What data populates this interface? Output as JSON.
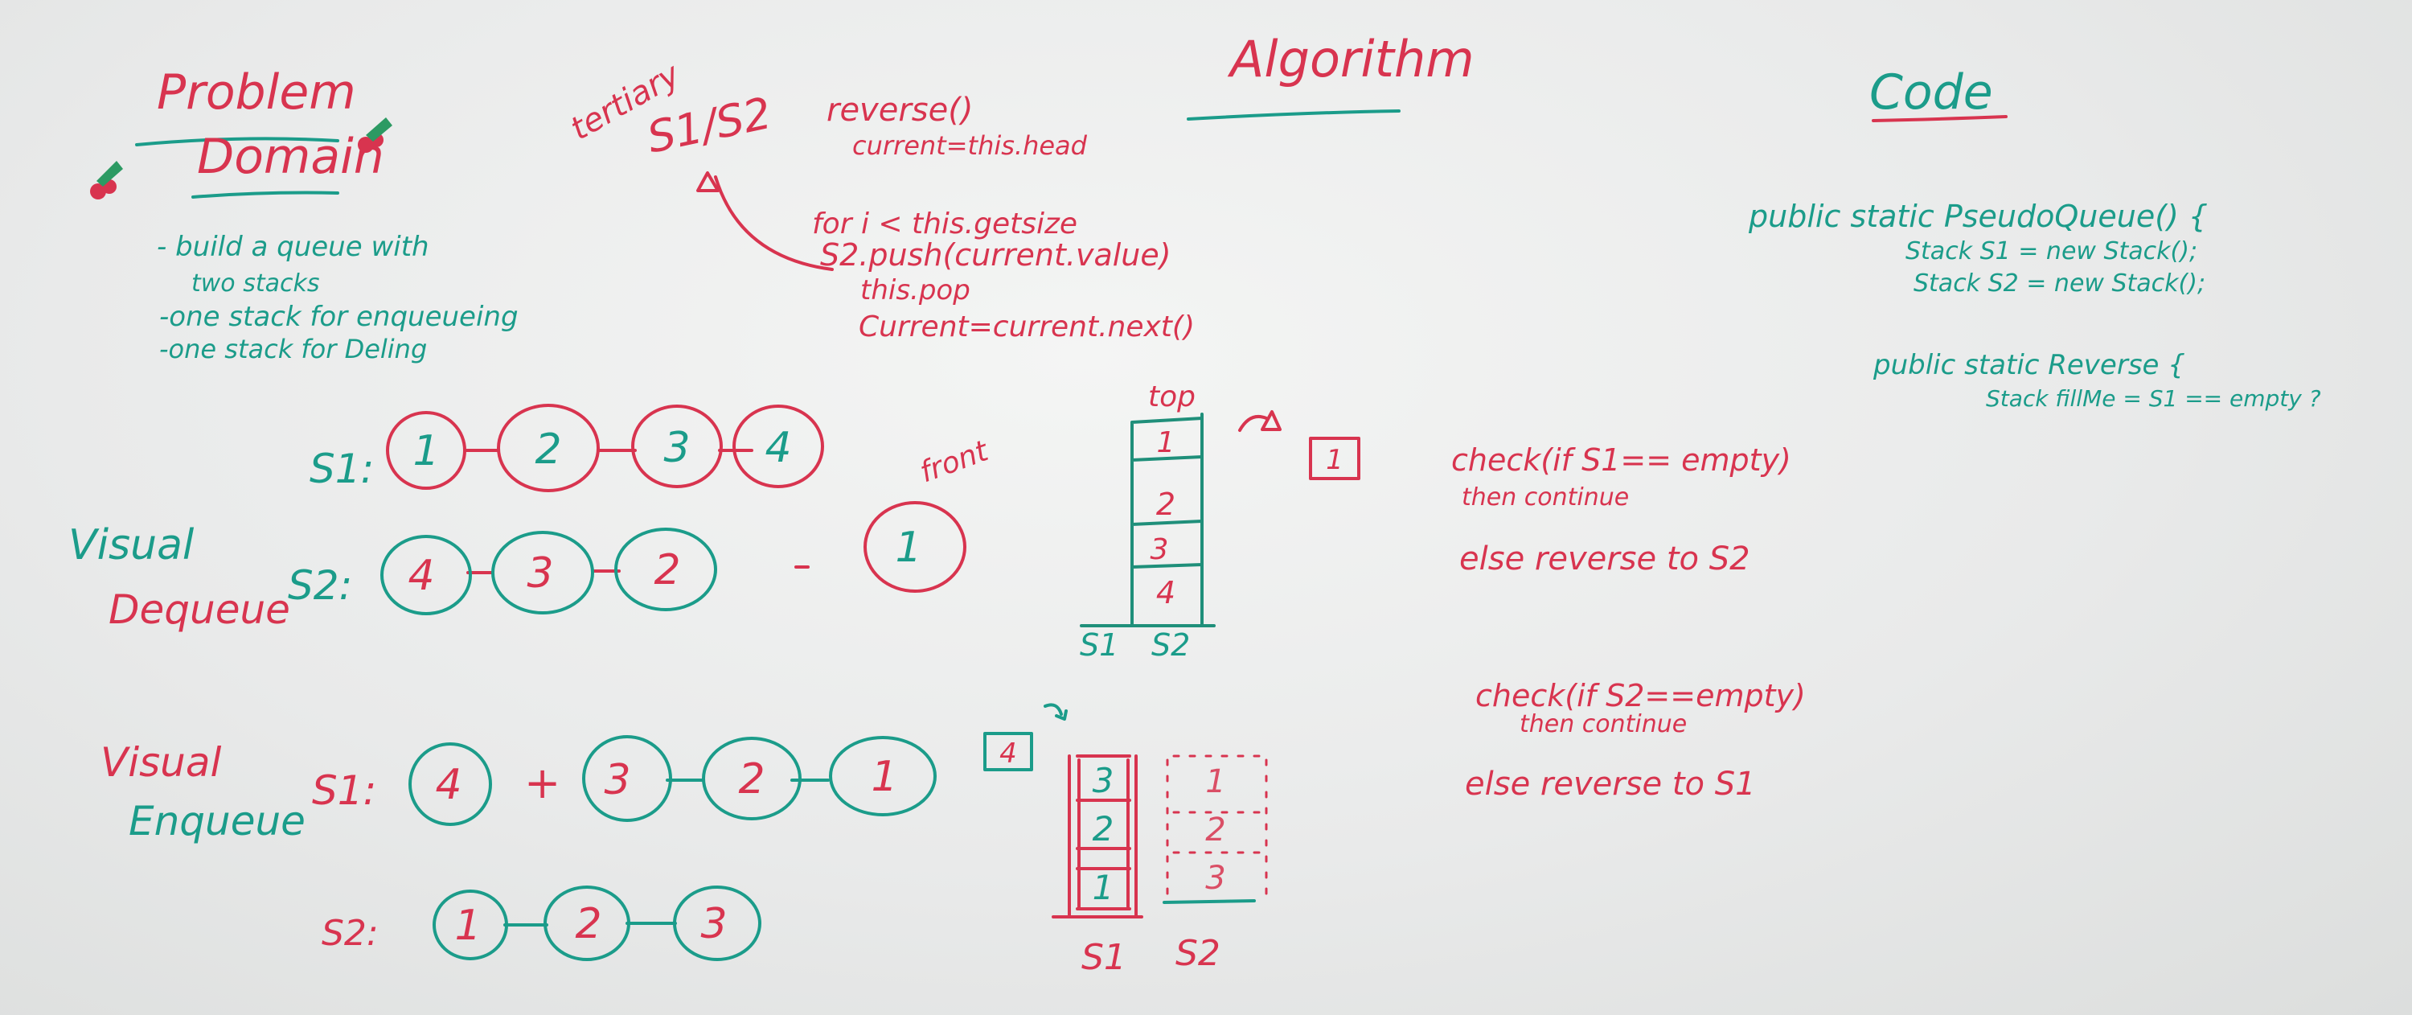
{
  "sections": {
    "problem_domain": {
      "line1": "Problem",
      "line2": "Domain"
    },
    "algorithm": "Algorithm",
    "code": "Code"
  },
  "problem_notes": [
    "- build a queue with",
    "two stacks",
    "-one stack for enqueueing",
    "-one stack for Deling"
  ],
  "tertiary": {
    "word": "tertiary",
    "label": "S1/S2"
  },
  "reverse_pseudo": [
    "reverse()",
    "current=this.head",
    "for i < this.getsize",
    "S2.push(current.value)",
    "this.pop",
    "Current=current.next()"
  ],
  "dequeue": {
    "label_line1": "Visual",
    "label_line2": "Dequeue",
    "s1_label": "S1:",
    "s1_nodes": [
      "1",
      "2",
      "3",
      "4"
    ],
    "s2_label": "S2:",
    "s2_nodes": [
      "4",
      "3",
      "2"
    ],
    "front_label": "front",
    "front_node": "1",
    "stack_top": "top",
    "stack_items": [
      "1",
      "2",
      "3",
      "4"
    ],
    "stack_s1": "S1",
    "stack_s2": "S2",
    "popped_box": "1"
  },
  "enqueue": {
    "label_line1": "Visual",
    "label_line2": "Enqueue",
    "s1_label": "S1:",
    "s1_new": "4",
    "plus": "+",
    "s1_nodes": [
      "3",
      "2",
      "1"
    ],
    "s2_label": "S2:",
    "s2_nodes": [
      "1",
      "2",
      "3"
    ],
    "pushed_box": "4",
    "stack_s1_items": [
      "3",
      "2",
      "1"
    ],
    "stack_s2_items": [
      "1",
      "2",
      "3"
    ],
    "stack_s1": "S1",
    "stack_s2": "S2"
  },
  "checks": [
    "check(if S1== empty)",
    "then continue",
    "else reverse to S2",
    "check(if S2==empty)",
    "then continue",
    "else reverse to S1"
  ],
  "code_lines": [
    "public static PseudoQueue() {",
    "Stack S1 = new Stack();",
    "Stack S2 = new Stack();",
    "public static Reverse {",
    "Stack fillMe = S1 == empty ?"
  ],
  "colors": {
    "red": "#d8344f",
    "teal": "#1b9c8a",
    "board": "#e9eaea"
  }
}
